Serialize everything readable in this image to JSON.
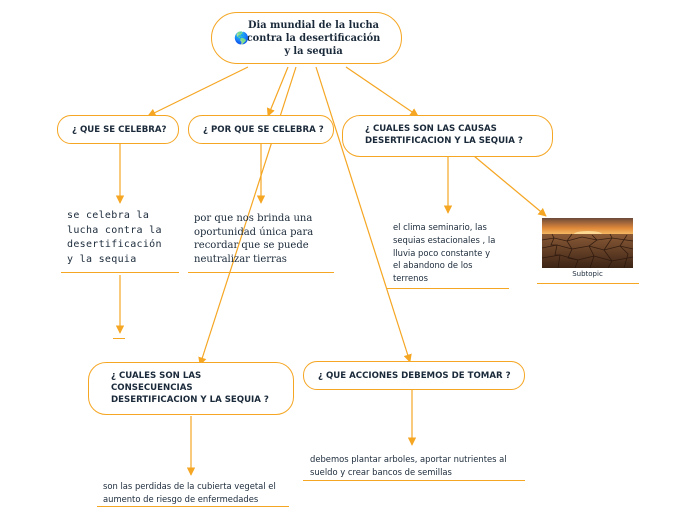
{
  "central": {
    "icon": "globe-icon",
    "line1": "Dia mundial de la lucha",
    "line2": "contra la desertificación",
    "line3": "y la sequia"
  },
  "topics": {
    "que_se_celebra": "¿ QUE SE CELEBRA?",
    "por_que": "¿ POR QUE SE CELEBRA ?",
    "causas_1": "¿ CUALES SON LAS CAUSAS",
    "causas_2": "DESERTIFICACION Y LA SEQUIA ?",
    "consecuencias_1": "¿ CUALES SON LAS",
    "consecuencias_2": "CONSECUENCIAS",
    "consecuencias_3": "DESERTIFICACION Y LA SEQUIA ?",
    "acciones": "¿ QUE ACCIONES DEBEMOS DE TOMAR ?"
  },
  "details": {
    "celebra": [
      "se celebra la",
      "lucha contra la",
      "desertificación",
      "y la sequia"
    ],
    "por_que": [
      "por que nos brinda una",
      "oportunidad única para",
      "recordar que se puede",
      "neutralizar tierras"
    ],
    "causas": [
      "el clima seminario, las",
      "sequias estacionales , la",
      "lluvia poco constante y",
      "el abandono de los",
      "terrenos"
    ],
    "acciones": [
      "debemos plantar arboles, aportar nutrientes al",
      "sueldo y crear bancos de semillas"
    ],
    "consecuencias": [
      "son las perdidas de la cubierta vegetal el",
      "aumento de riesgo de enfermedades"
    ]
  },
  "subtopic_label": "Subtopic",
  "colors": {
    "accent": "#f5a623",
    "text": "#1b2a3a"
  }
}
